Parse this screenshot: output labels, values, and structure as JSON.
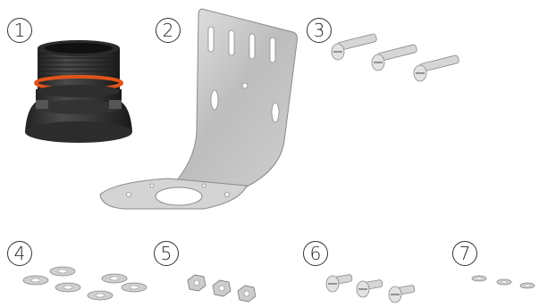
{
  "parts": [
    {
      "number": "1",
      "name": "threaded-socket"
    },
    {
      "number": "2",
      "name": "mounting-bracket"
    },
    {
      "number": "3",
      "name": "long-slotted-screws"
    },
    {
      "number": "4",
      "name": "flat-washers"
    },
    {
      "number": "5",
      "name": "hex-nuts"
    },
    {
      "number": "6",
      "name": "short-slotted-screws"
    },
    {
      "number": "7",
      "name": "lock-washers"
    }
  ],
  "colors": {
    "plastic": "#3a3a3a",
    "seal": "#e0541a",
    "metal": "#c8c8c8"
  }
}
